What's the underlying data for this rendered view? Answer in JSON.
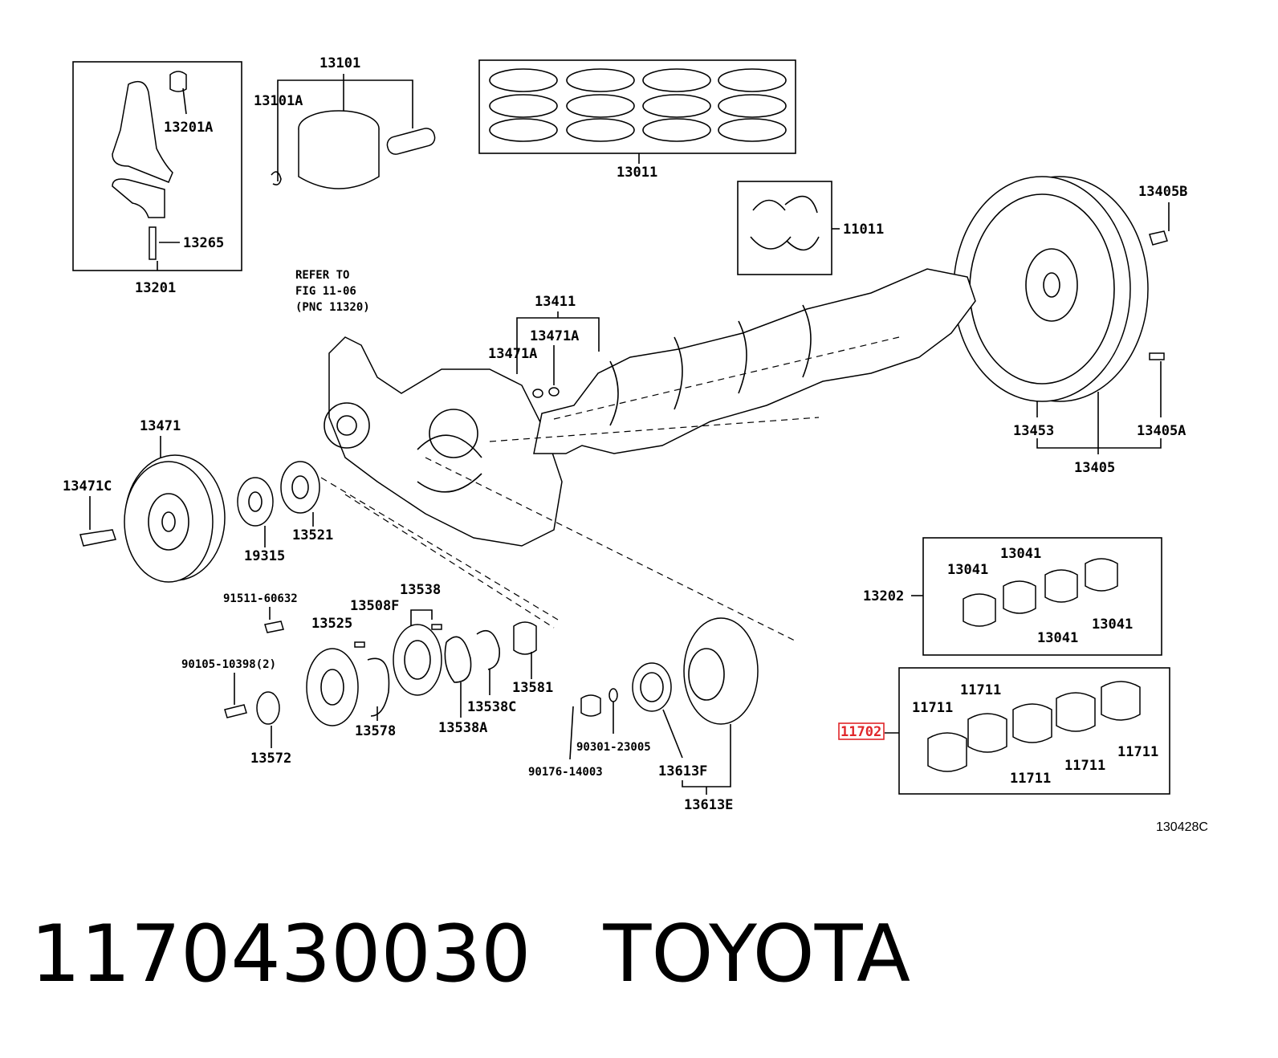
{
  "labels": {
    "p13101": "13101",
    "p13101a": "13101A",
    "p13201a": "13201A",
    "p13265": "13265",
    "p13201": "13201",
    "p13011": "13011",
    "p11011": "11011",
    "p13405b": "13405B",
    "p13405a": "13405A",
    "p13453": "13453",
    "p13405": "13405",
    "refer1": "REFER TO",
    "refer2": "FIG 11-06",
    "refer3": "(PNC 11320)",
    "p13411": "13411",
    "p13471a_1": "13471A",
    "p13471a_2": "13471A",
    "p13471": "13471",
    "p13471c": "13471C",
    "p19315": "19315",
    "p13521": "13521",
    "p13041_a": "13041",
    "p13041_b": "13041",
    "p13041_c": "13041",
    "p13041_d": "13041",
    "p13202": "13202",
    "p11711_a": "11711",
    "p11711_b": "11711",
    "p11711_c": "11711",
    "p11711_d": "11711",
    "p11711_e": "11711",
    "p11702": "11702",
    "p91511": "91511-60632",
    "p13508f": "13508F",
    "p13538": "13538",
    "p13525": "13525",
    "p90105": "90105-10398(2)",
    "p13572": "13572",
    "p13578": "13578",
    "p13538a": "13538A",
    "p13538c": "13538C",
    "p13581": "13581",
    "p90301": "90301-23005",
    "p90176": "90176-14003",
    "p13613f": "13613F",
    "p13613e": "13613E",
    "code": "130428C"
  },
  "highlight_color": "#e0262a",
  "footer": {
    "part_number": "1170430030",
    "brand": "TOYOTA"
  }
}
